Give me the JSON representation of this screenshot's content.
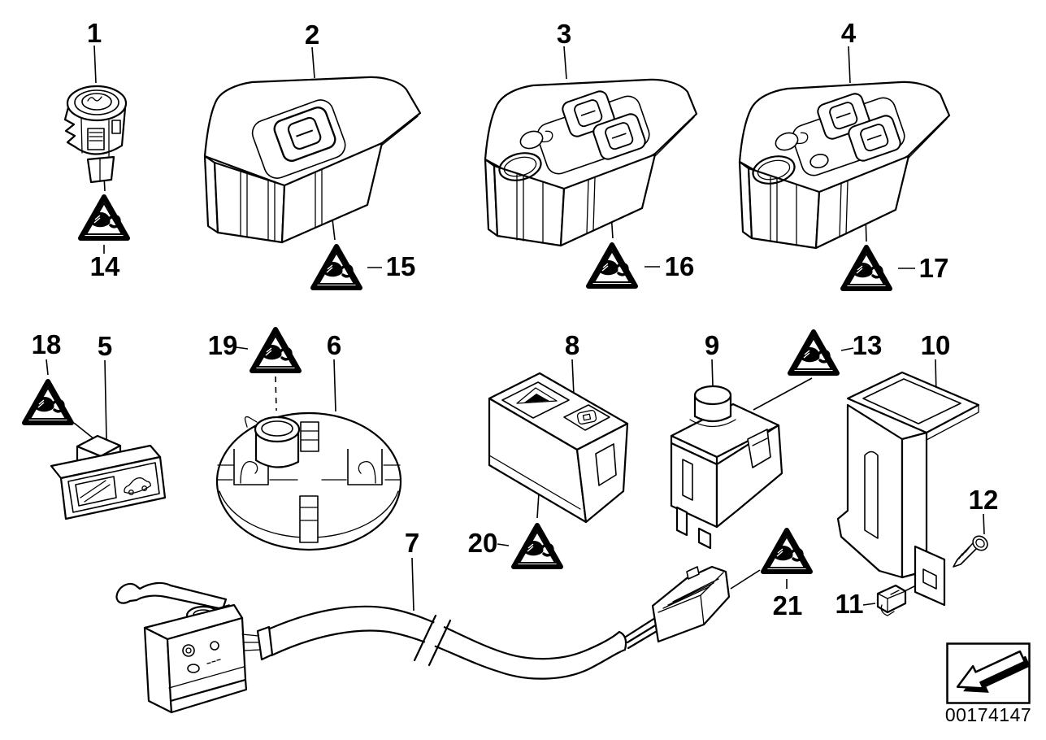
{
  "figure": {
    "background_color": "#ffffff",
    "line_color": "#000000"
  },
  "callouts": {
    "1": "1",
    "2": "2",
    "3": "3",
    "4": "4",
    "5": "5",
    "6": "6",
    "7": "7",
    "8": "8",
    "9": "9",
    "10": "10",
    "11": "11",
    "12": "12",
    "13": "13",
    "14": "14",
    "15": "15",
    "16": "16",
    "17": "17",
    "18": "18",
    "19": "19",
    "20": "20",
    "21": "21"
  },
  "icons": {
    "warning_triangle": "pinch-hazard-warning-triangle-icon",
    "stamp_arrow": "arrow-down-left-icon",
    "hazard_button": "hazard-triangle-icon",
    "car_glyph": "car-side-icon"
  },
  "stamp": {
    "document_number": "00174147"
  }
}
